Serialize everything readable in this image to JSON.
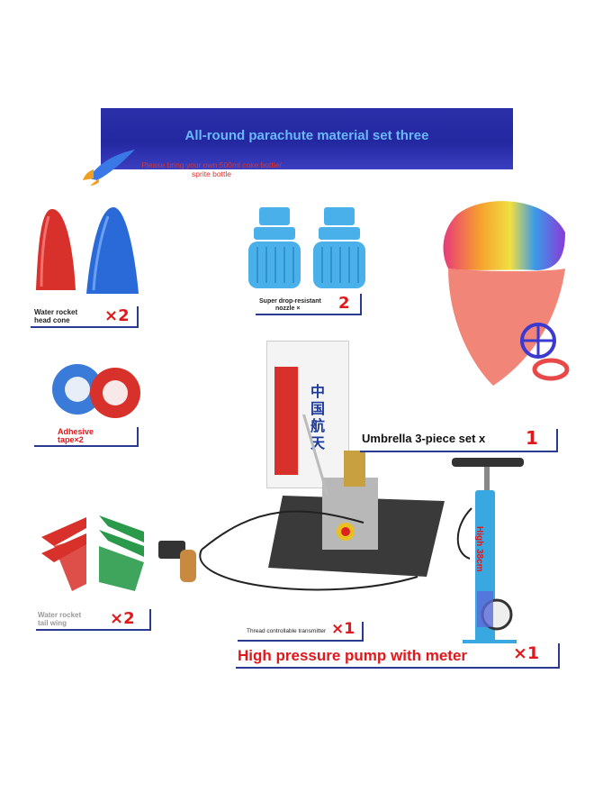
{
  "banner": {
    "title": "All-round parachute material set three",
    "note_line1": "Please bring your own 500ml coke bottle/",
    "note_line2": "sprite bottle"
  },
  "items": {
    "head_cone": {
      "label_line1": "Water rocket",
      "label_line2": "head cone",
      "qty": "×2"
    },
    "nozzle": {
      "label_line1": "Super drop-resistant",
      "label_line2": "nozzle ×",
      "qty": "2"
    },
    "tape": {
      "label_line1": "Adhesive",
      "label_line2": "tape×2"
    },
    "umbrella": {
      "label": "Umbrella 3-piece set x",
      "qty": "1"
    },
    "tail_wing": {
      "label_line1": "Water rocket",
      "label_line2": "tail wing",
      "qty": "×2"
    },
    "transmitter": {
      "label": "Thread controllable transmitter",
      "qty": "×1"
    },
    "pump": {
      "label": "High pressure pump with meter",
      "qty": "×1",
      "height_label": "High 38cm"
    },
    "poster": {
      "text": "中国航天"
    }
  },
  "colors": {
    "banner_bg": "#2327a0",
    "banner_title": "#6ab8ff",
    "accent_red": "#e0181c",
    "label_border": "#2a3a90"
  }
}
